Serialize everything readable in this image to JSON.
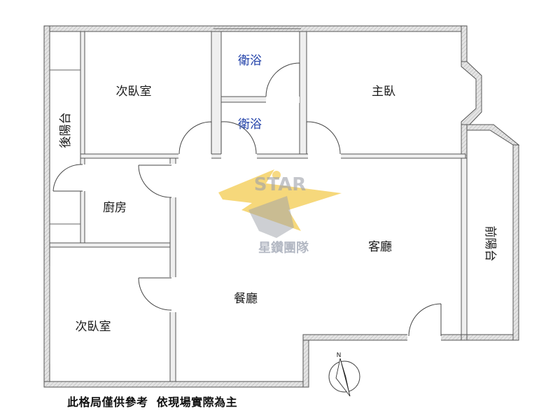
{
  "rooms": {
    "bedroom_top_left": "次臥室",
    "bath_upper": "衛浴",
    "bath_lower": "衛浴",
    "master_bedroom": "主臥",
    "rear_balcony": "後陽台",
    "kitchen": "廚房",
    "living_room": "客廳",
    "front_balcony": "前陽台",
    "dining_room": "餐廳",
    "bedroom_bottom_left": "次臥室"
  },
  "watermark": {
    "brand_text": "星鑽團隊",
    "accent": "#f2c230"
  },
  "footer_note": "此格局僅供參考  依現場實際為主",
  "colors": {
    "wall": "#d9d9d9",
    "line": "#555555",
    "bath_text": "#1f3fa8"
  },
  "compass": {
    "north_letter": "N"
  }
}
